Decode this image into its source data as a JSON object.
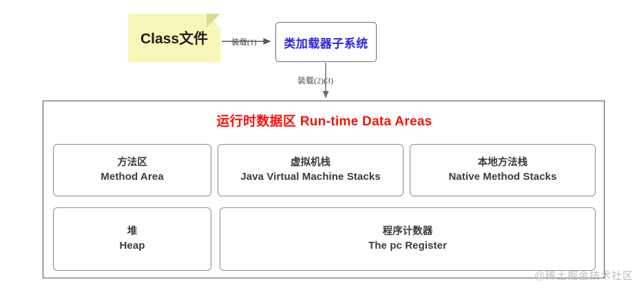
{
  "diagram": {
    "note": {
      "label": "Class文件",
      "fill_color": "#f7f7b8"
    },
    "classloader": {
      "label": "类加载器子系统",
      "text_color": "#2b22e0"
    },
    "edges": [
      {
        "label": "装载(1)",
        "from": "Class文件",
        "to": "类加载器子系统"
      },
      {
        "label": "装载(2)(3)",
        "from": "类加载器子系统",
        "to": "运行时数据区"
      }
    ],
    "runtime": {
      "title": "运行时数据区 Run-time Data Areas",
      "title_color": "#fb1108",
      "row1": [
        {
          "cn": "方法区",
          "en": "Method Area"
        },
        {
          "cn": "虚拟机栈",
          "en": "Java Virtual Machine Stacks"
        },
        {
          "cn": "本地方法栈",
          "en": "Native Method Stacks"
        }
      ],
      "row2": [
        {
          "cn": "堆",
          "en": "Heap"
        },
        {
          "cn": "程序计数器",
          "en": "The pc Register"
        }
      ]
    },
    "watermark": "@稀土掘金技术社区"
  }
}
